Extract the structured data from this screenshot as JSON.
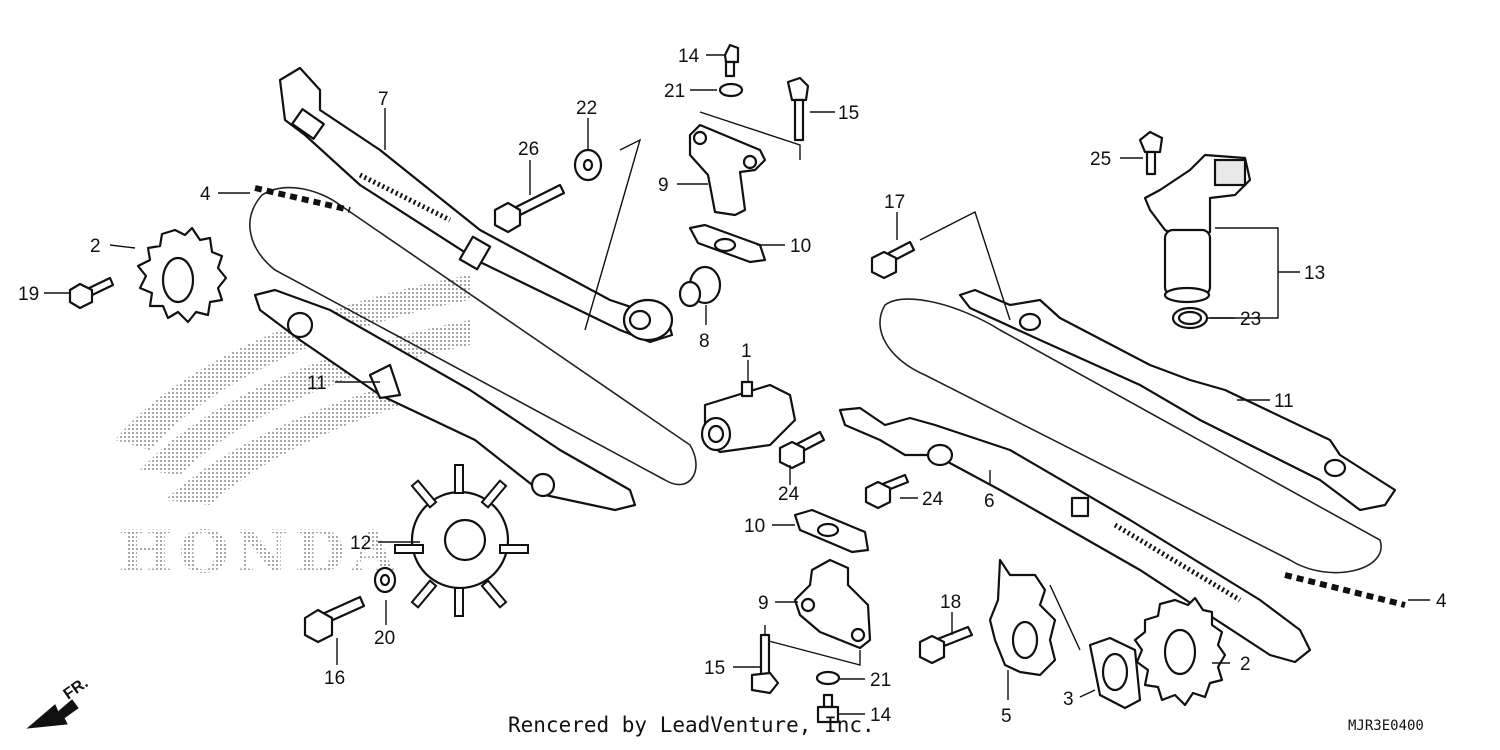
{
  "diagram": {
    "labels": {
      "p1": "1",
      "p2a": "2",
      "p2b": "2",
      "p3": "3",
      "p4a": "4",
      "p4b": "4",
      "p5": "5",
      "p6": "6",
      "p7": "7",
      "p8": "8",
      "p9a": "9",
      "p9b": "9",
      "p10a": "10",
      "p10b": "10",
      "p11a": "11",
      "p11b": "11",
      "p12": "12",
      "p13": "13",
      "p14a": "14",
      "p14b": "14",
      "p15a": "15",
      "p15b": "15",
      "p16": "16",
      "p17": "17",
      "p18": "18",
      "p19": "19",
      "p20": "20",
      "p21a": "21",
      "p21b": "21",
      "p22": "22",
      "p23": "23",
      "p24a": "24",
      "p24b": "24",
      "p25": "25",
      "p26": "26"
    },
    "watermark": "HONDA",
    "front_indicator": "FR.",
    "credit": "Rencered by LeadVenture, Inc.",
    "diagram_code": "MJR3E0400"
  }
}
